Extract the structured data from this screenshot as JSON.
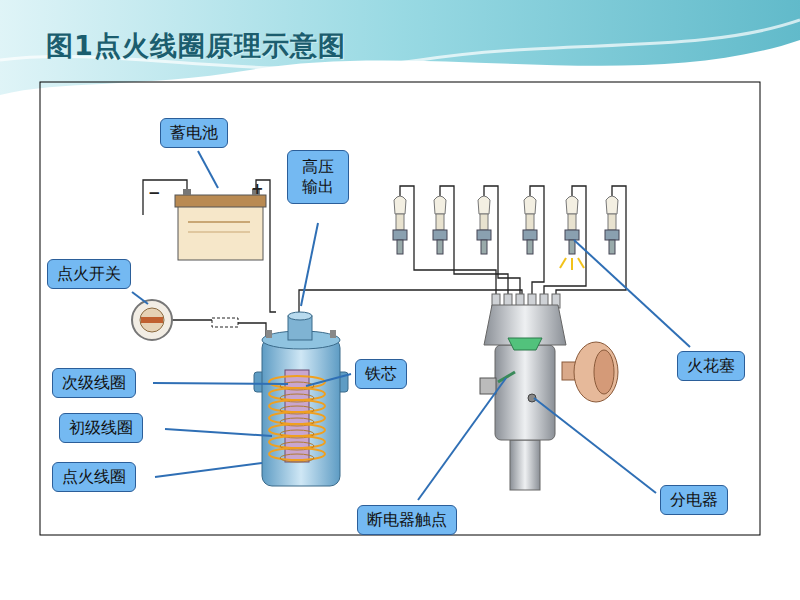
{
  "diagram": {
    "title": "图1点火线圈原理示意图",
    "nodes": [
      {
        "text": [
          "蓄电池"
        ]
      },
      {
        "text": [
          "高压 输出"
        ]
      },
      {
        "text": [
          "点火开关"
        ]
      },
      {
        "text": [
          "次级线圈"
        ]
      },
      {
        "text": [
          "铁芯"
        ]
      },
      {
        "text": [
          "火花塞"
        ]
      },
      {
        "text": [
          "初级线圈"
        ]
      },
      {
        "text": [
          "点火线圈"
        ]
      },
      {
        "text": [
          "分电器"
        ]
      },
      {
        "text": [
          "断电器触点"
        ]
      }
    ],
    "labels": [
      "−",
      "+"
    ]
  }
}
